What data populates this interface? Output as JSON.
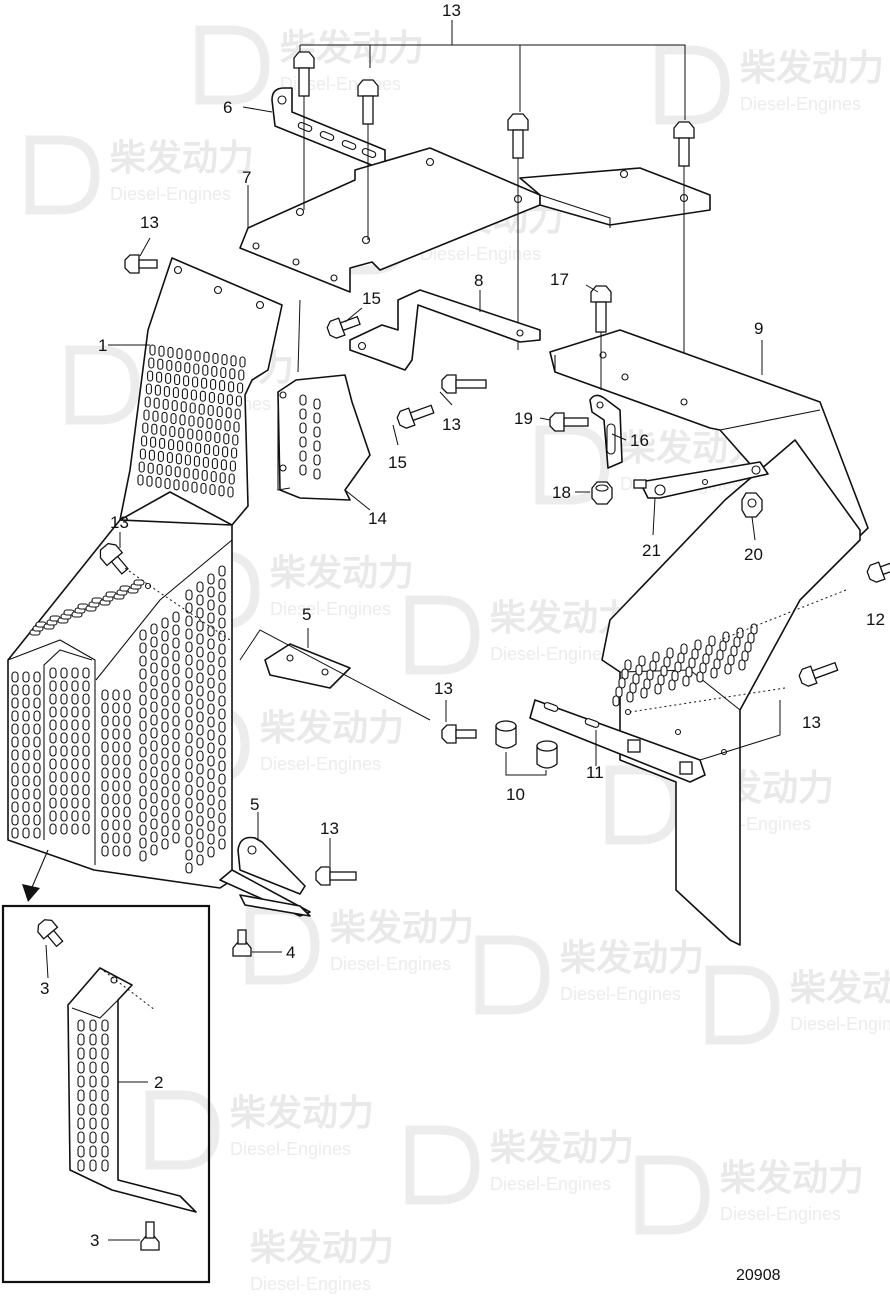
{
  "watermark": {
    "cn": "柴发动力",
    "en": "Diesel-Engines",
    "color": "#e8e8e8"
  },
  "drawing": {
    "reference_number": "20908",
    "line_color": "#111111",
    "background": "#ffffff"
  },
  "callouts": {
    "c1": "1",
    "c2": "2",
    "c3a": "3",
    "c3b": "3",
    "c4": "4",
    "c5a": "5",
    "c5b": "5",
    "c6": "6",
    "c7": "7",
    "c8": "8",
    "c9": "9",
    "c10": "10",
    "c11": "11",
    "c12": "12",
    "c13_top": "13",
    "c13_left_bolt": "13",
    "c13_mid": "13",
    "c13_left": "13",
    "c13_lower": "13",
    "c13_low2": "13",
    "c13_right": "13",
    "c14": "14",
    "c15a": "15",
    "c15b": "15",
    "c16": "16",
    "c17": "17",
    "c18": "18",
    "c19": "19",
    "c20": "20",
    "c21": "21"
  },
  "icons": {
    "watermark_logo": "d-shape-logo-icon",
    "arrow": "down-arrow-icon",
    "bolt": "hex-bolt-icon"
  }
}
